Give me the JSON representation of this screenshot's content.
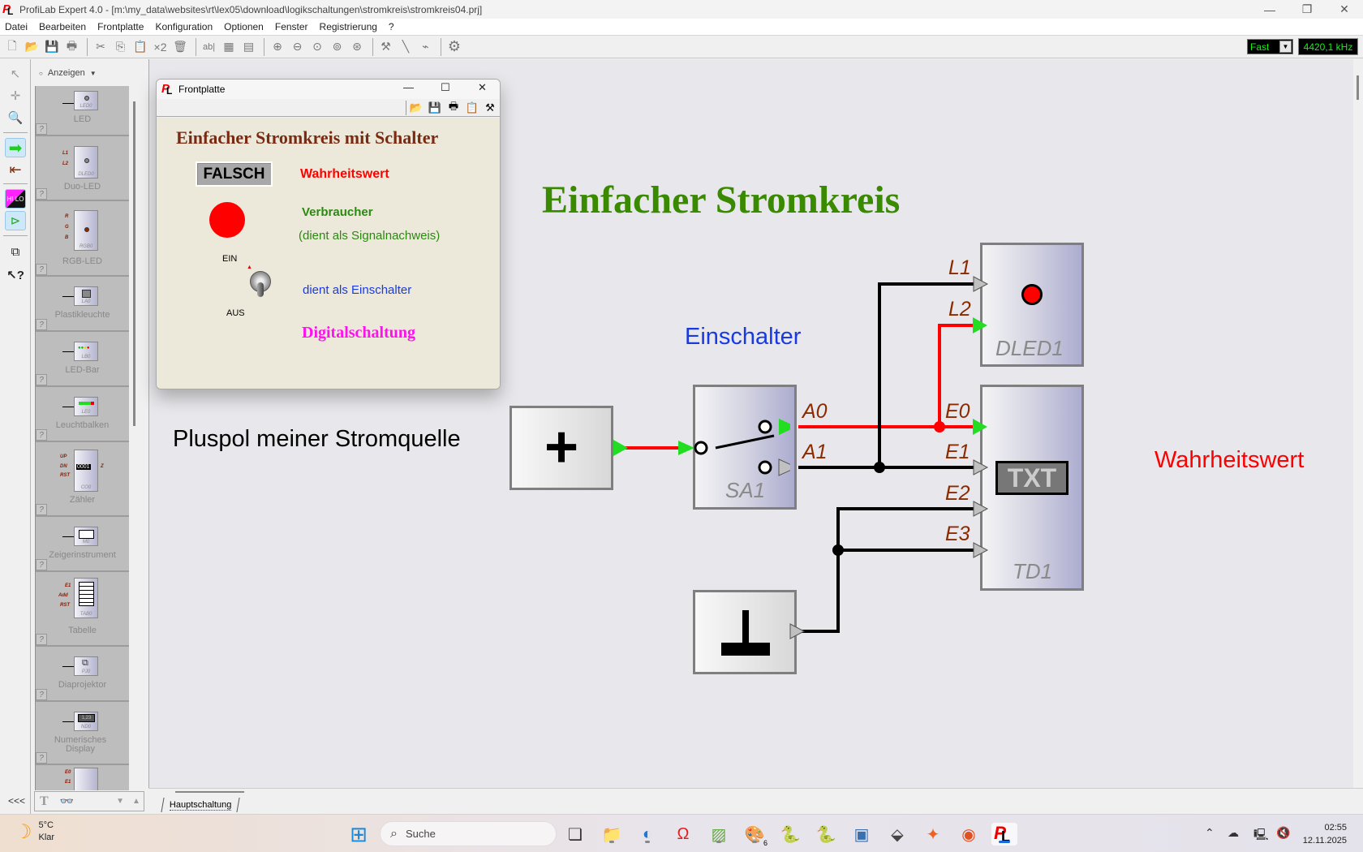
{
  "window": {
    "title": "ProfiLab Expert 4.0 - [m:\\my_data\\websites\\rt\\lex05\\download\\logikschaltungen\\stromkreis\\stromkreis04.prj]",
    "minimize": "—",
    "restore": "❐",
    "close": "✕"
  },
  "menu": [
    "Datei",
    "Bearbeiten",
    "Frontplatte",
    "Konfiguration",
    "Optionen",
    "Fenster",
    "Registrierung",
    "?"
  ],
  "toolbar": {
    "icons": [
      "new-file-icon",
      "open-folder-icon",
      "save-icon",
      "print-icon",
      "sep",
      "cut-icon",
      "copy-icon",
      "paste-icon",
      "duplicate-icon",
      "delete-icon",
      "sep",
      "text-label-icon",
      "grid-icon",
      "list-icon",
      "sep",
      "zoom-in-icon",
      "zoom-out-icon",
      "zoom-fit-icon",
      "zoom-area-icon",
      "zoom-page-icon",
      "sep",
      "tools-icon",
      "probe-icon",
      "connector-icon",
      "sep",
      "gear-icon"
    ],
    "duplicate_label": "×2",
    "text_label": "ab|",
    "speed_value": "Fast",
    "frequency": "4420,1 kHz"
  },
  "library": {
    "filter_label": "Anzeigen",
    "items": [
      {
        "label": "LED",
        "chip": "LED0"
      },
      {
        "label": "Duo-LED",
        "chip": "DLED0",
        "pins": [
          "L1",
          "L2"
        ]
      },
      {
        "label": "RGB-LED",
        "chip": "RGB0",
        "pins": [
          "R",
          "G",
          "B"
        ]
      },
      {
        "label": "Plastikleuchte",
        "chip": "LA0"
      },
      {
        "label": "LED-Bar",
        "chip": "LB0"
      },
      {
        "label": "Leuchtbalken",
        "chip": "LE0"
      },
      {
        "label": "Zähler",
        "chip": "CO0",
        "pins": [
          "UP",
          "DN",
          "RST",
          "Z"
        ],
        "display": "0001"
      },
      {
        "label": "Zeigerinstrument",
        "chip": "M0"
      },
      {
        "label": "Tabelle",
        "chip": "TAB0",
        "pins": [
          "E1",
          "Add",
          "RST"
        ]
      },
      {
        "label": "Diaprojektor",
        "chip": "PJ0"
      },
      {
        "label": "Numerisches Display",
        "chip": "ND0",
        "display": "1,23"
      },
      {
        "label": "",
        "chip": "",
        "pins": [
          "E0",
          "E1"
        ]
      }
    ],
    "help_glyph": "?",
    "collapse": "<<<"
  },
  "frontplatte": {
    "title": "Frontplatte",
    "heading": "Einfacher Stromkreis mit Schalter",
    "display_value": "FALSCH",
    "label_truth": "Wahrheitswert",
    "label_consumer": "Verbraucher",
    "label_consumer_note": "(dient als Signalnachweis)",
    "switch_on": "EIN",
    "switch_off": "AUS",
    "label_switch": "dient als Einschalter",
    "label_digital": "Digitalschaltung",
    "led_color": "#ff0000"
  },
  "canvas": {
    "title": "Einfacher Stromkreis",
    "label_source": "Pluspol meiner Stromquelle",
    "label_switch": "Einschalter",
    "label_truth": "Wahrheitswert",
    "plus_symbol": "+",
    "switch": {
      "name": "SA1",
      "outputs": [
        "A0",
        "A1"
      ]
    },
    "dled": {
      "name": "DLED1",
      "inputs": [
        "L1",
        "L2"
      ]
    },
    "textdisplay": {
      "name": "TD1",
      "inputs": [
        "E0",
        "E1",
        "E2",
        "E3"
      ],
      "display": "TXT"
    },
    "sheet_tab": "Hauptschaltung",
    "colors": {
      "active_wire": "#ff0000",
      "idle_wire": "#000000",
      "active_pin": "#22dd22",
      "idle_pin": "#c0c0c0",
      "title": "#3a8a00",
      "blue_label": "#1a3adf"
    }
  },
  "taskbar": {
    "weather_temp": "5°C",
    "weather_text": "Klar",
    "search_placeholder": "Suche",
    "apps": [
      "task-view",
      "file-explorer",
      "edge",
      "network-tool",
      "image-app",
      "paint-app",
      "python-file",
      "python-file-2",
      "python-ide",
      "printer-app",
      "star-app",
      "firefox",
      "profilab"
    ],
    "paint_badge": "6",
    "time": "02:55",
    "date": "12.11.2025"
  }
}
